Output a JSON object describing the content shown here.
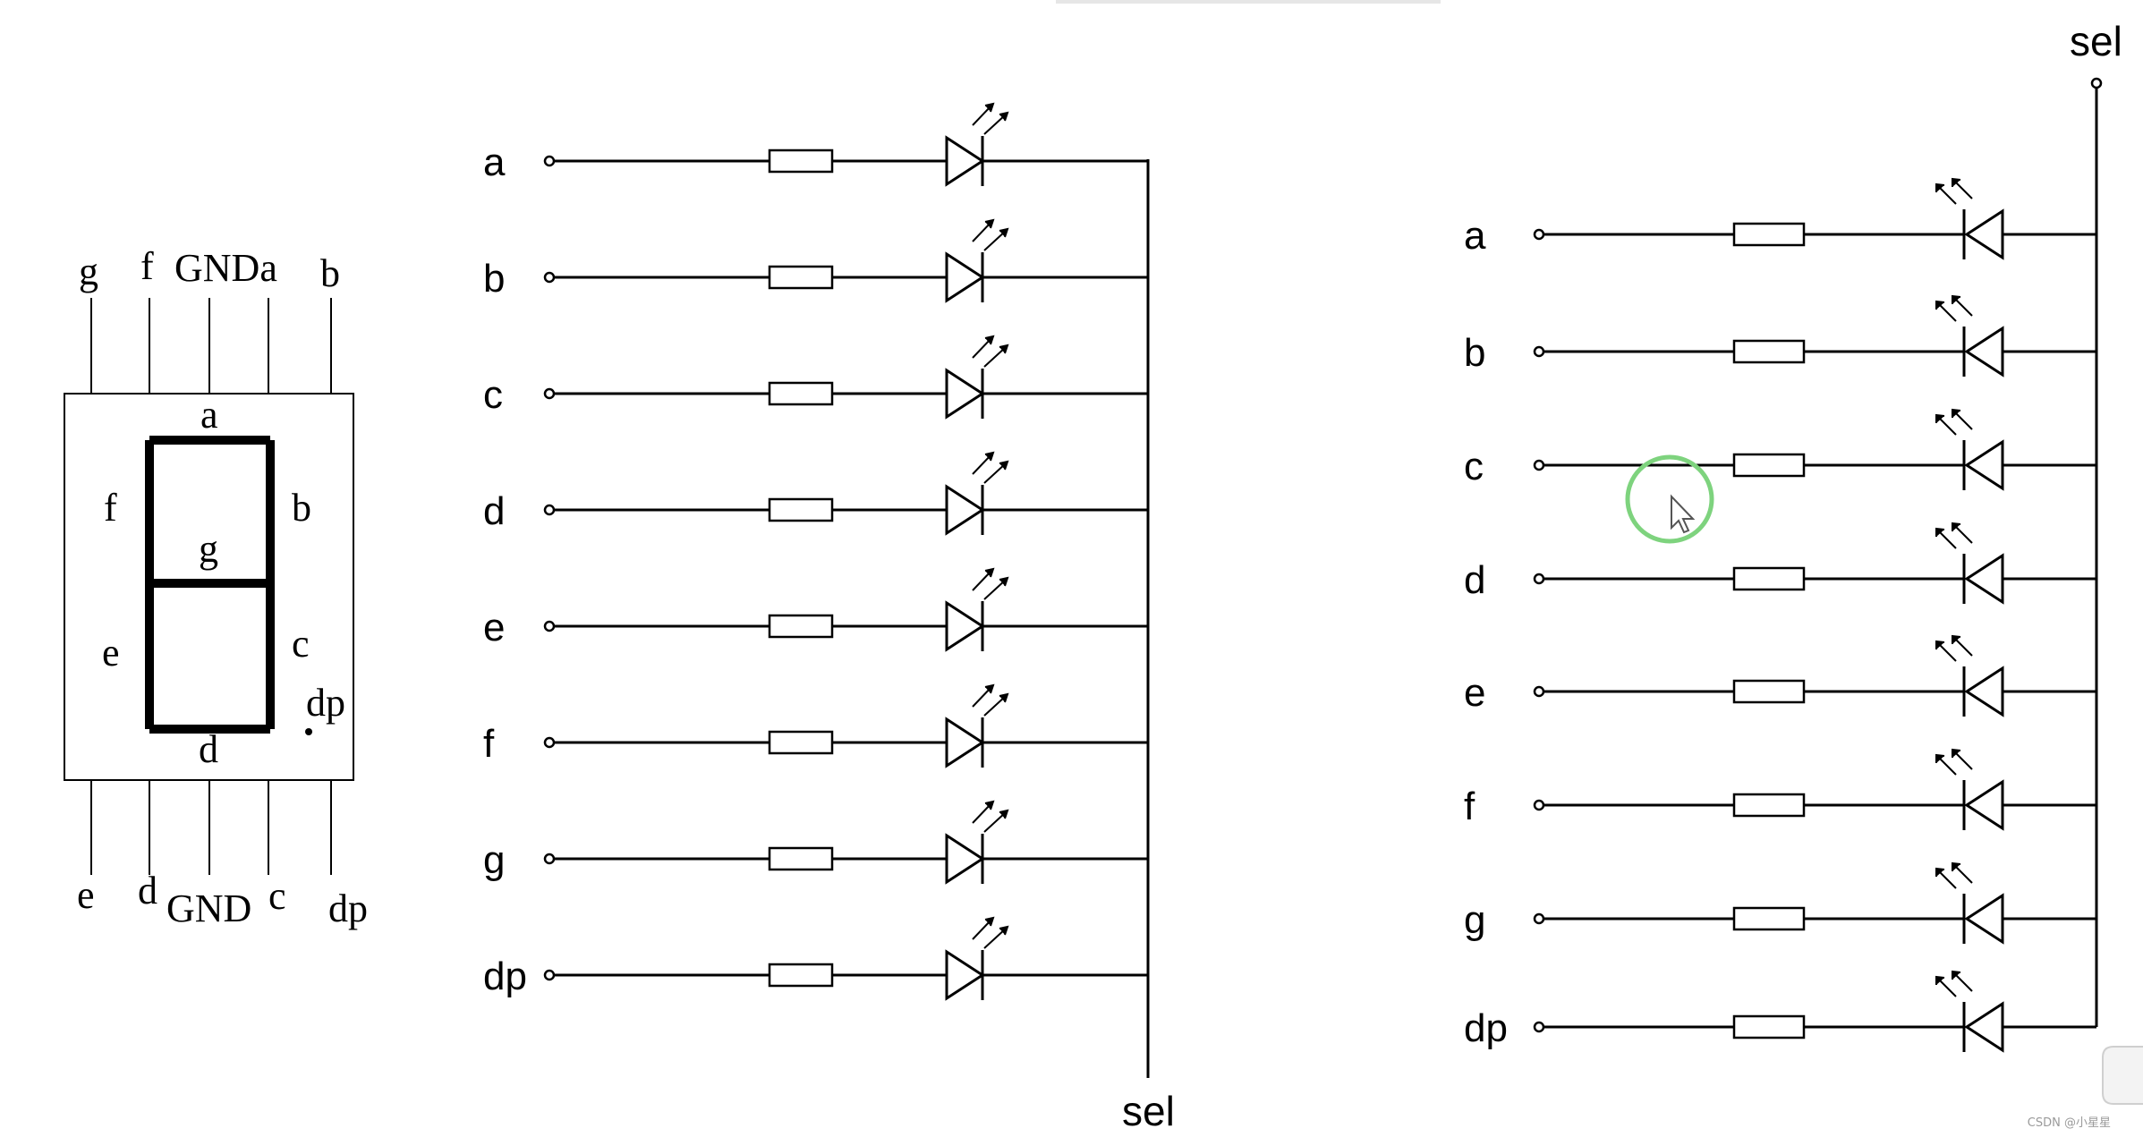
{
  "seven_segment": {
    "top_pins": [
      "g",
      "f",
      "GNDa",
      "b"
    ],
    "bottom_pins": [
      "e",
      "d",
      "GND",
      "c",
      "dp"
    ],
    "segments": [
      "a",
      "b",
      "c",
      "d",
      "e",
      "f",
      "g",
      "dp"
    ]
  },
  "cathode_circuit": {
    "labels": [
      "a",
      "b",
      "c",
      "d",
      "e",
      "f",
      "g",
      "dp"
    ],
    "common": "sel"
  },
  "anode_circuit": {
    "labels": [
      "a",
      "b",
      "c",
      "d",
      "e",
      "f",
      "g",
      "dp"
    ],
    "common": "sel"
  },
  "watermark": "CSDN @小星星",
  "colors": {
    "line": "#000000",
    "cursor_ring": "#7ed37e"
  }
}
